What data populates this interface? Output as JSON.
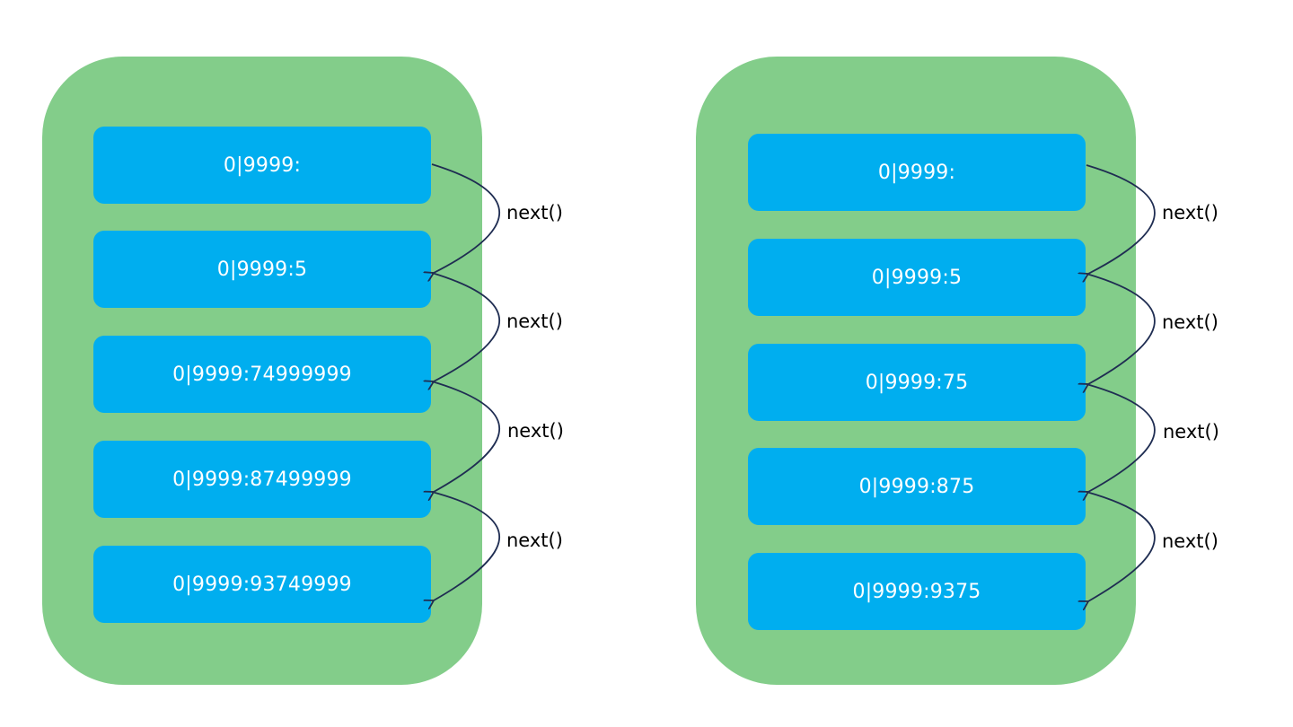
{
  "colors": {
    "panel": "#83cd8a",
    "node": "#00aeef",
    "node_text": "#ffffff",
    "arrow": "#1f2d52",
    "label": "#000000"
  },
  "left_panel": {
    "nodes": [
      "0|9999:",
      "0|9999:5",
      "0|9999:74999999",
      "0|9999:87499999",
      "0|9999:93749999"
    ],
    "edge_labels": [
      "next()",
      "next()",
      "next()",
      "next()"
    ]
  },
  "right_panel": {
    "nodes": [
      "0|9999:",
      "0|9999:5",
      "0|9999:75",
      "0|9999:875",
      "0|9999:9375"
    ],
    "edge_labels": [
      "next()",
      "next()",
      "next()",
      "next()"
    ]
  }
}
